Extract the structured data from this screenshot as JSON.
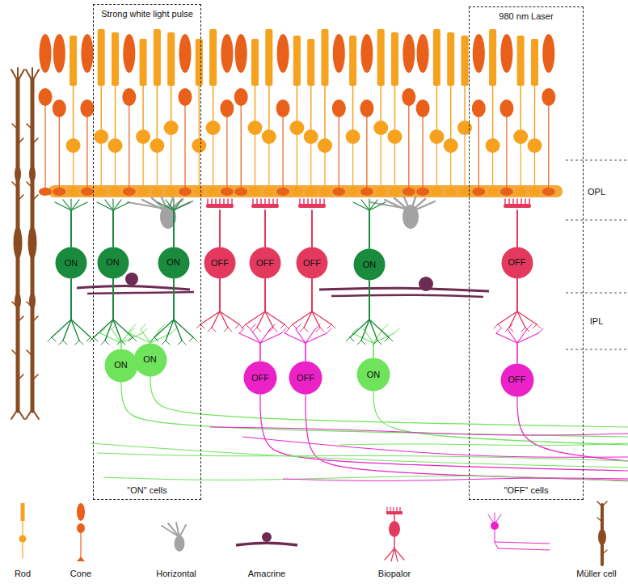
{
  "diagram": {
    "nodes": [
      {
        "text": [
          "Strong white light pulse",
          "\"ON\" cells"
        ]
      },
      {
        "text": [
          "980 nm Laser",
          "\"OFF\" cells"
        ]
      },
      {
        "text": [
          "ON"
        ]
      },
      {
        "text": [
          "ON"
        ],
        "in": 0
      },
      {
        "text": [
          "ON"
        ],
        "in": 0
      },
      {
        "text": [
          "OFF"
        ]
      },
      {
        "text": [
          "OFF"
        ]
      },
      {
        "text": [
          "OFF"
        ]
      },
      {
        "text": [
          "ON"
        ]
      },
      {
        "text": [
          "OFF"
        ],
        "in": 1
      },
      {
        "text": [
          "ON"
        ],
        "in": 0
      },
      {
        "text": [
          "ON"
        ],
        "in": 0
      },
      {
        "text": [
          "OFF"
        ]
      },
      {
        "text": [
          "OFF"
        ]
      },
      {
        "text": [
          "ON"
        ]
      },
      {
        "text": [
          "OFF"
        ],
        "in": 1
      }
    ],
    "labels": [
      "OPL",
      "IPL"
    ],
    "legend": [
      {
        "text": "Rod"
      },
      {
        "text": "Cone"
      },
      {
        "text": "Horizontal"
      },
      {
        "text": "Amacrine"
      },
      {
        "text": "Biopalor"
      },
      {
        "text": "Müller cell"
      }
    ]
  }
}
